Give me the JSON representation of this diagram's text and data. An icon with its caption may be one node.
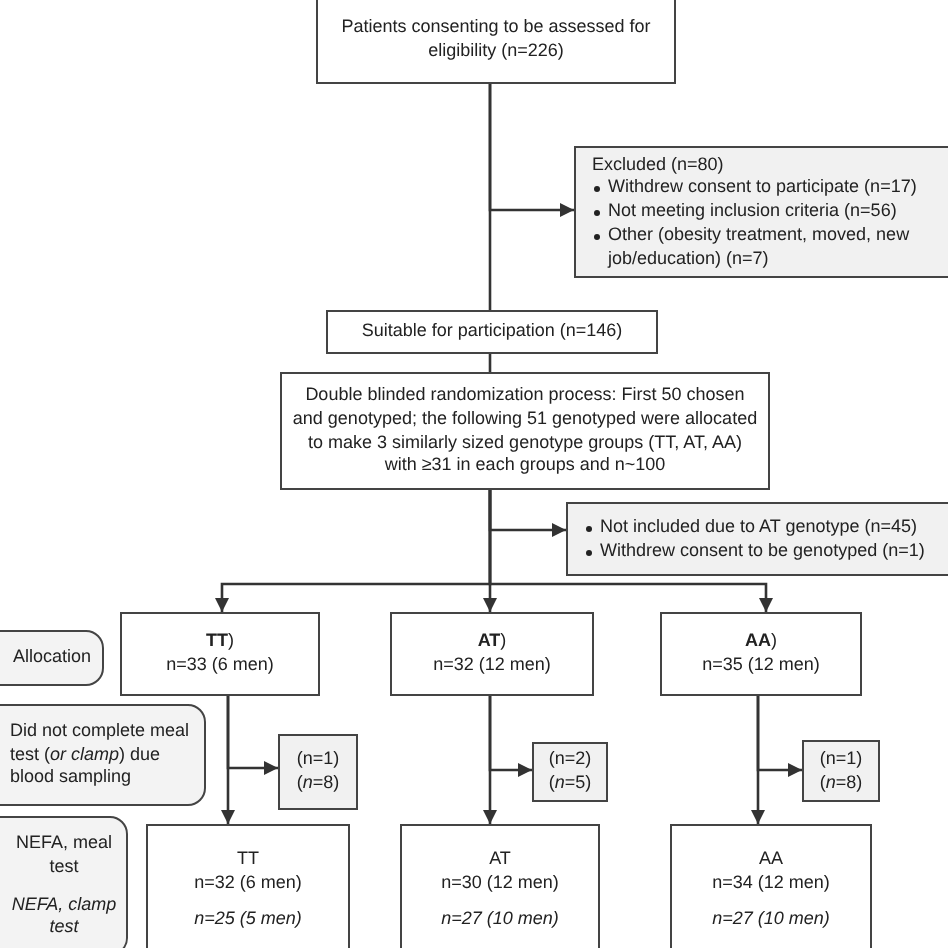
{
  "diagram": {
    "nodes": [
      {
        "text": [
          "Patients consenting to be assessed for eligibility (n=226)"
        ]
      },
      {
        "text": [
          "Excluded (n=80)",
          "Withdrew consent to participate (n=17)",
          "Not meeting inclusion criteria (n=56)",
          "Other (obesity treatment, moved, new job/education) (n=7)"
        ]
      },
      {
        "text": [
          "Suitable for participation (n=146)"
        ]
      },
      {
        "text": [
          "Double blinded randomization process: First 50 chosen and genotyped; the following 51 genotyped were allocated to make 3 similarly sized genotype groups (TT, AT, AA) with ≥31 in each groups and n~100"
        ]
      },
      {
        "text": [
          "Not included due to AT genotype (n=45)",
          "Withdrew consent to be genotyped (n=1)"
        ]
      },
      {
        "text": [
          "Allocation"
        ]
      },
      {
        "text": [
          "**TT**)",
          "n=33 (6 men)"
        ]
      },
      {
        "text": [
          "**AT**)",
          "n=32 (12 men)"
        ]
      },
      {
        "text": [
          "**AA**)",
          "n=35 (12 men)"
        ]
      },
      {
        "text": [
          "Did not complete meal test (*or clamp*) due blood sampling"
        ]
      },
      {
        "text": [
          "(n=1)",
          "(*n*=8)"
        ]
      },
      {
        "text": [
          "(n=2)",
          "(*n*=5)"
        ]
      },
      {
        "text": [
          "(n=1)",
          "(*n*=8)"
        ]
      },
      {
        "text": [
          "NEFA, meal test",
          "NEFA, clamp test"
        ]
      },
      {
        "text": [
          "TT",
          "n=32 (6 men)",
          "n=25 (5 men)"
        ]
      },
      {
        "text": [
          "AT",
          "n=30 (12 men)",
          "n=27 (10 men)"
        ]
      },
      {
        "text": [
          "AA",
          "n=34 (12 men)",
          "n=27 (10 men)"
        ]
      }
    ],
    "edges": [
      {
        "from": 0,
        "to": 2,
        "arrow": "none"
      },
      {
        "from": 0,
        "to": 1,
        "arrow": "to"
      },
      {
        "from": 2,
        "to": 3,
        "arrow": "none"
      },
      {
        "from": 3,
        "to": 4,
        "arrow": "to"
      },
      {
        "from": 3,
        "to": 6,
        "arrow": "to"
      },
      {
        "from": 3,
        "to": 7,
        "arrow": "to"
      },
      {
        "from": 3,
        "to": 8,
        "arrow": "to"
      },
      {
        "from": 6,
        "to": 10,
        "arrow": "to"
      },
      {
        "from": 6,
        "to": 14,
        "arrow": "to"
      },
      {
        "from": 7,
        "to": 11,
        "arrow": "to"
      },
      {
        "from": 7,
        "to": 15,
        "arrow": "to"
      },
      {
        "from": 8,
        "to": 12,
        "arrow": "to"
      },
      {
        "from": 8,
        "to": 16,
        "arrow": "to"
      }
    ]
  }
}
